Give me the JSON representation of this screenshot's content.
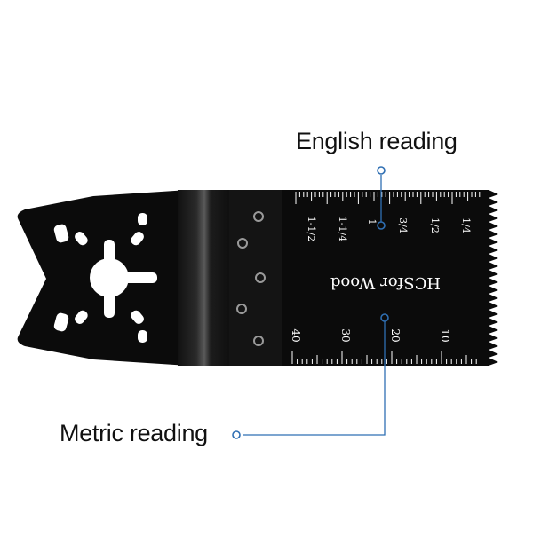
{
  "callouts": {
    "english": "English reading",
    "metric": "Metric reading"
  },
  "blade": {
    "brand_text": "HCSfor Wood",
    "english_ticks": [
      "1-1/2",
      "1-1/4",
      "1",
      "3/4",
      "1/2",
      "1/4"
    ],
    "metric_ticks": [
      "40",
      "30",
      "20",
      "10"
    ]
  },
  "colors": {
    "blade": "#0b0b0b",
    "callout_line": "#2f6fb3",
    "scale_marks": "#ffffff"
  }
}
